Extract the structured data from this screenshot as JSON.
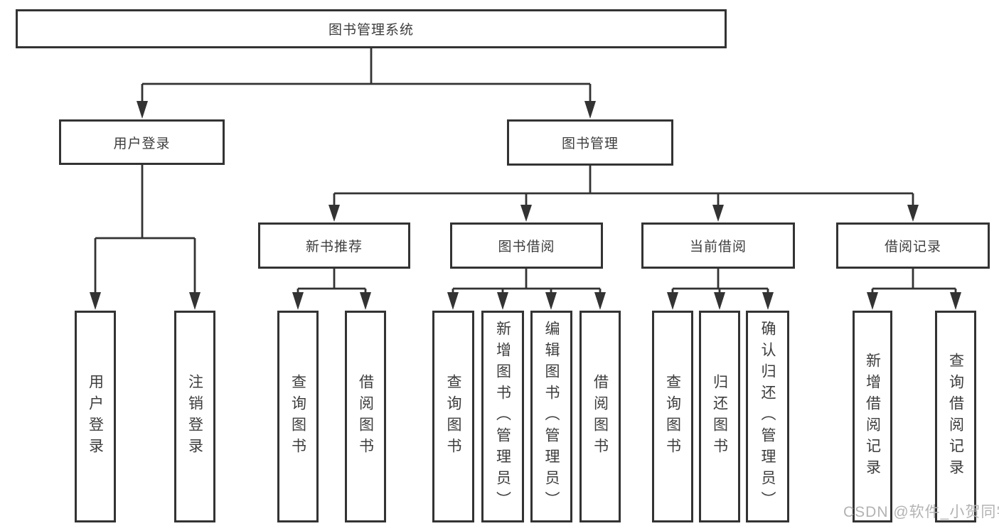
{
  "diagram": {
    "root": {
      "label": "图书管理系统"
    },
    "level2": [
      {
        "label": "用户登录"
      },
      {
        "label": "图书管理"
      }
    ],
    "level3": [
      {
        "label": "新书推荐"
      },
      {
        "label": "图书借阅"
      },
      {
        "label": "当前借阅"
      },
      {
        "label": "借阅记录"
      }
    ],
    "leaves": {
      "user_login": [
        "用户登录",
        "注销登录"
      ],
      "new_books": [
        "查询图书",
        "借阅图书"
      ],
      "book_borrow": [
        "查询图书",
        "新增图书（管理员）",
        "编辑图书（管理员）",
        "借阅图书"
      ],
      "current_borrow": [
        "查询图书",
        "归还图书",
        "确认归还（管理员）"
      ],
      "borrow_records": [
        "新增借阅记录",
        "查询借阅记录"
      ]
    }
  },
  "watermark": "CSDN @软件_小贺同学",
  "colors": {
    "line": "#333333",
    "box_border": "#333333",
    "text": "#3d3d3d",
    "watermark": "#b3b3b3",
    "background": "#ffffff"
  }
}
